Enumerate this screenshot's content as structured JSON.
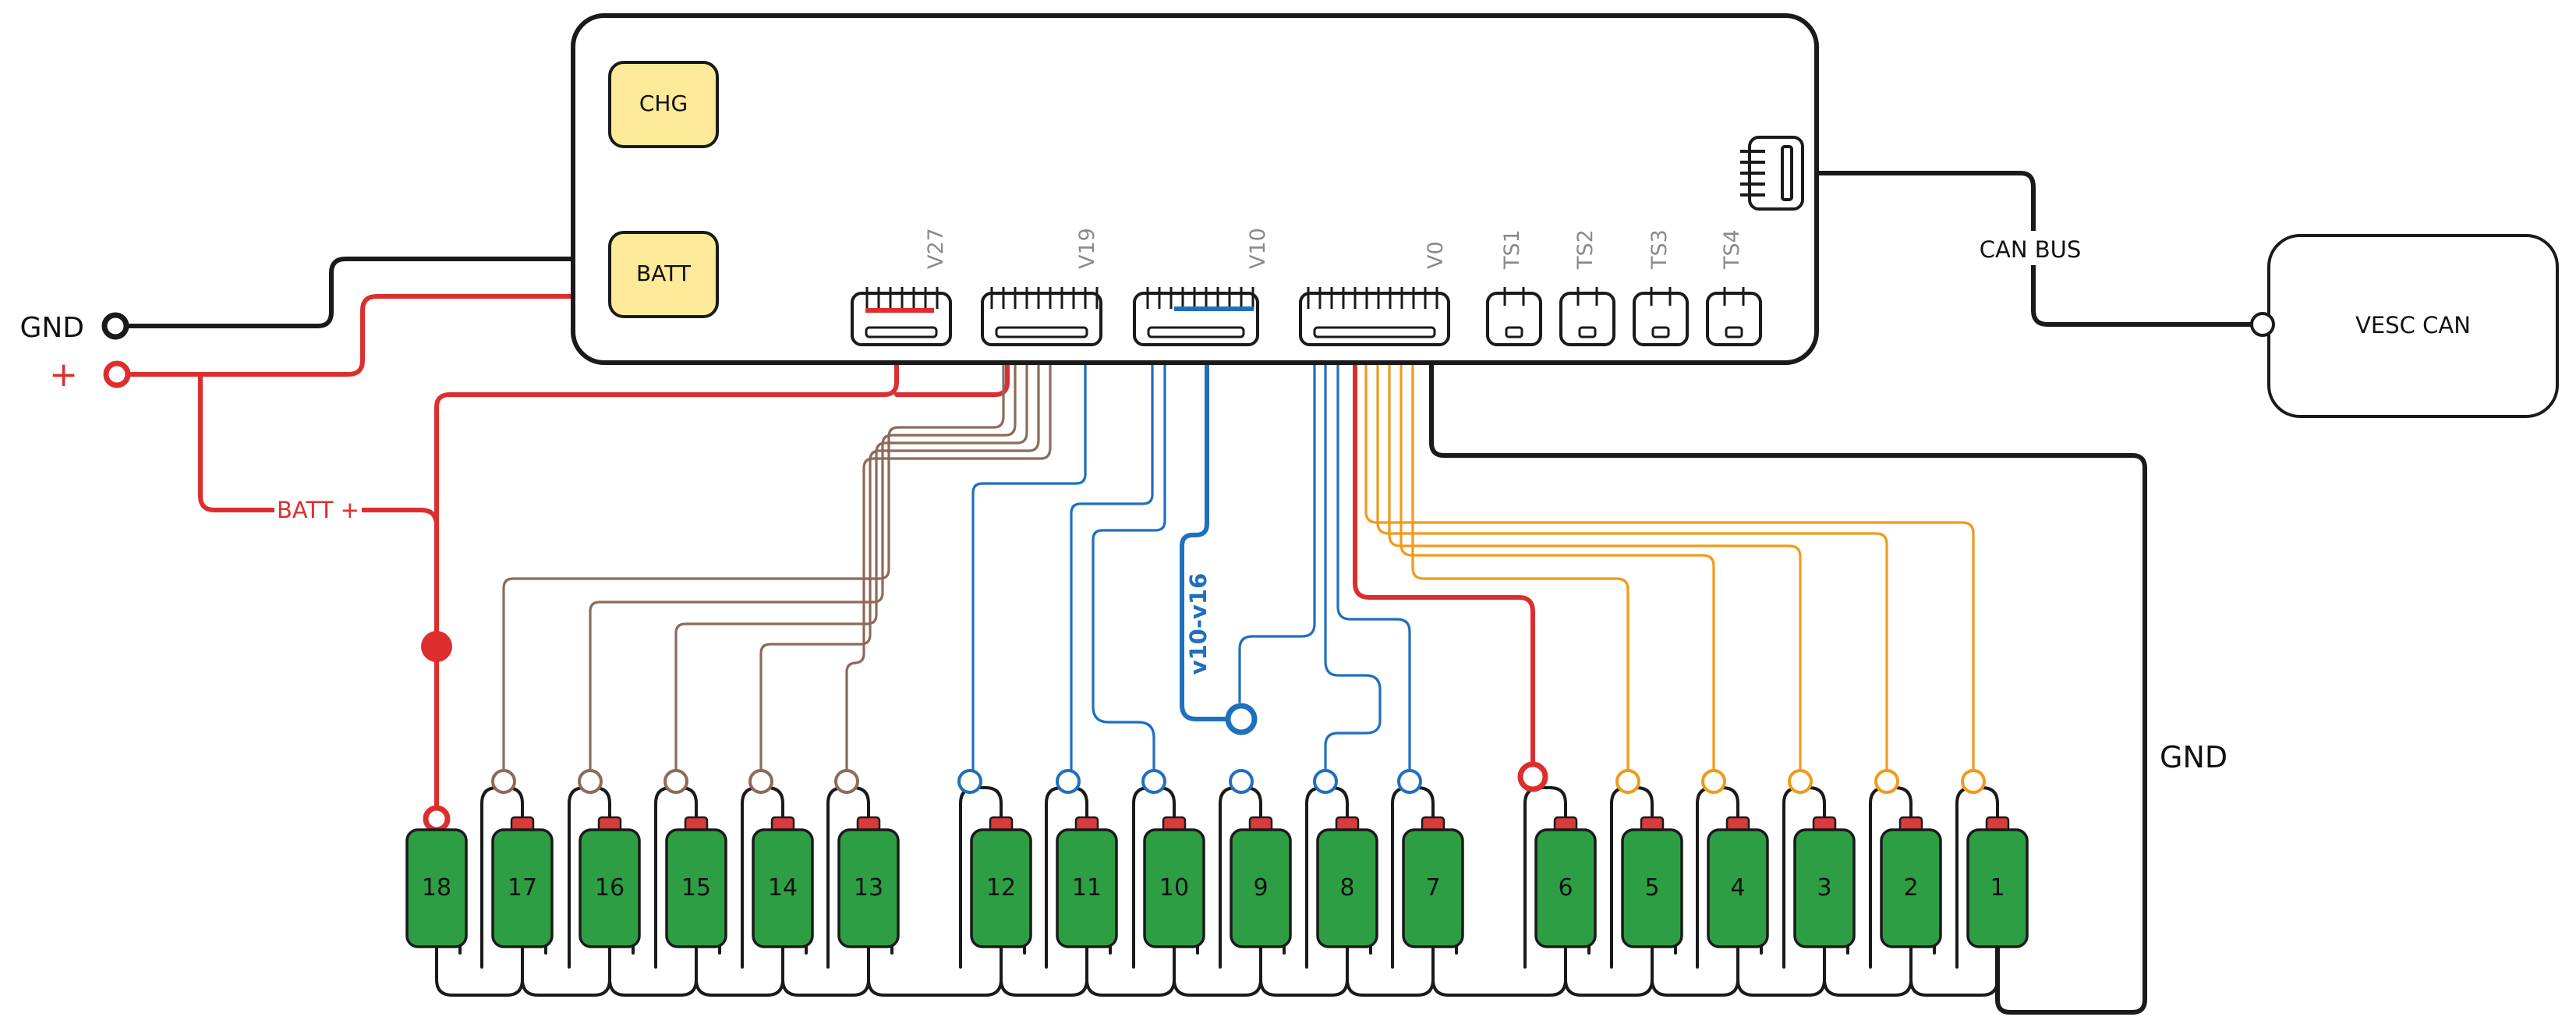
{
  "colors": {
    "outline": "#1a1a1a",
    "battery_plus": "#dd2e2e",
    "sense_brown": "#8b6b5a",
    "sense_blue": "#1f6fbf",
    "sense_orange": "#f09a1a",
    "cell_fill": "#2e9e44",
    "cell_terminal": "#d93a3a",
    "pad_fill": "#fdea98"
  },
  "bms": {
    "pads": {
      "charge": "CHG",
      "battery": "BATT"
    },
    "connectors": {
      "v27": "V27",
      "v19": "V19",
      "v10": "V10",
      "v0": "V0"
    },
    "thermistors": [
      "TS1",
      "TS2",
      "TS3",
      "TS4"
    ]
  },
  "terminals": {
    "gnd": "GND",
    "plus": "+"
  },
  "labels": {
    "batt_plus": "BATT +",
    "can_bus": "CAN BUS",
    "vesc_can": "VESC CAN",
    "gnd_return": "GND",
    "bus_v10_v16": "v10-v16"
  },
  "cells": [
    "18",
    "17",
    "16",
    "15",
    "14",
    "13",
    "12",
    "11",
    "10",
    "9",
    "8",
    "7",
    "6",
    "5",
    "4",
    "3",
    "2",
    "1"
  ]
}
